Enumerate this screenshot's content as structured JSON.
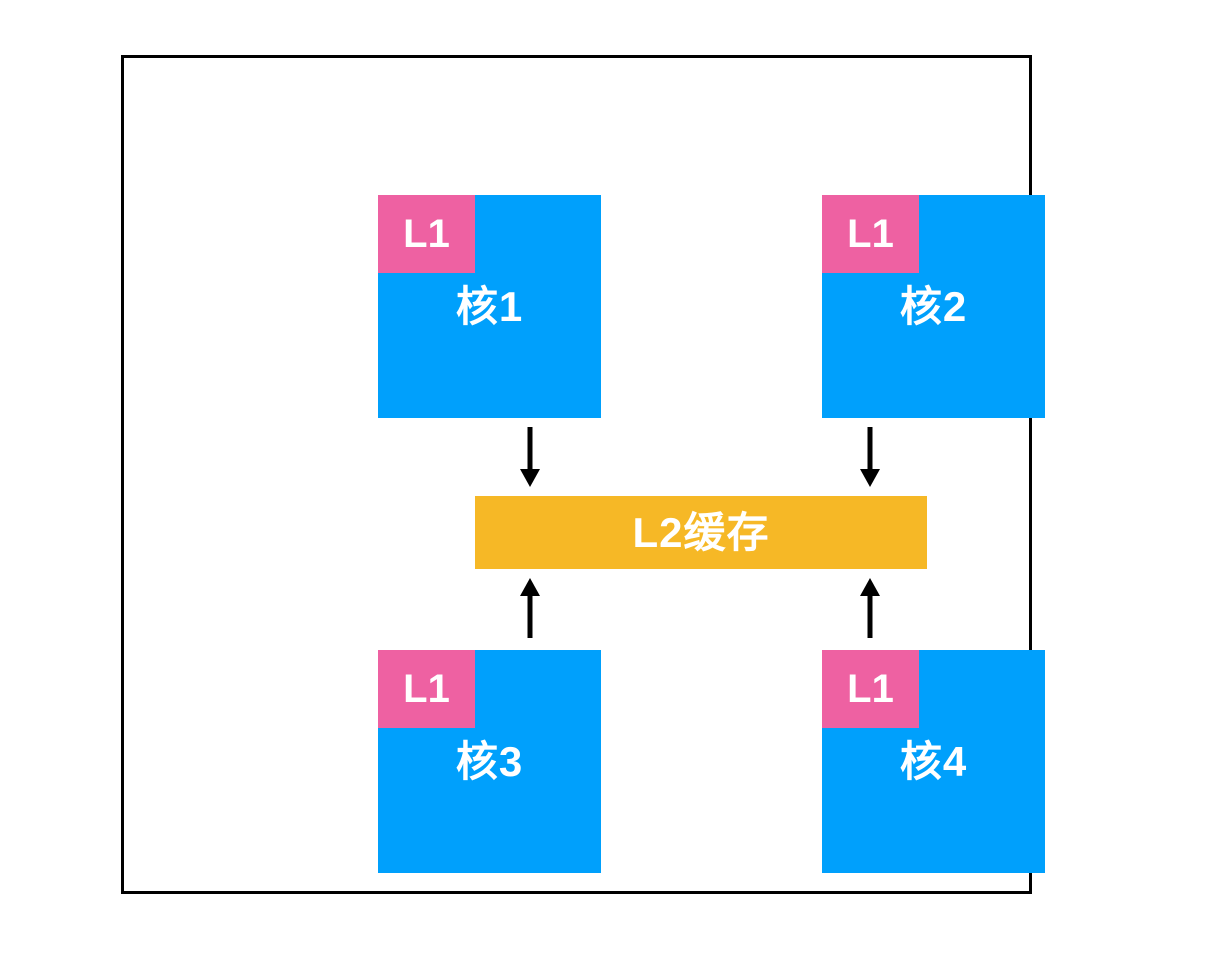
{
  "diagram": {
    "description": "multi-core CPU cache hierarchy diagram",
    "cores": [
      {
        "id": "core-1",
        "label": "核1",
        "l1_label": "L1"
      },
      {
        "id": "core-2",
        "label": "核2",
        "l1_label": "L1"
      },
      {
        "id": "core-3",
        "label": "核3",
        "l1_label": "L1"
      },
      {
        "id": "core-4",
        "label": "核4",
        "l1_label": "L1"
      }
    ],
    "l2_cache": {
      "label": "L2缓存"
    },
    "arrows": [
      {
        "direction": "down",
        "from": "core-1",
        "to": "l2-cache"
      },
      {
        "direction": "down",
        "from": "core-2",
        "to": "l2-cache"
      },
      {
        "direction": "up",
        "from": "core-3",
        "to": "l2-cache"
      },
      {
        "direction": "up",
        "from": "core-4",
        "to": "l2-cache"
      }
    ],
    "colors": {
      "core_fill": "#00A0FC",
      "l1_badge_fill": "#EE61A2",
      "l2_bar_fill": "#F6B826",
      "label_text": "#FFFFFF",
      "arrow": "#000000",
      "frame_border": "#000000",
      "background": "#FFFFFF"
    }
  }
}
